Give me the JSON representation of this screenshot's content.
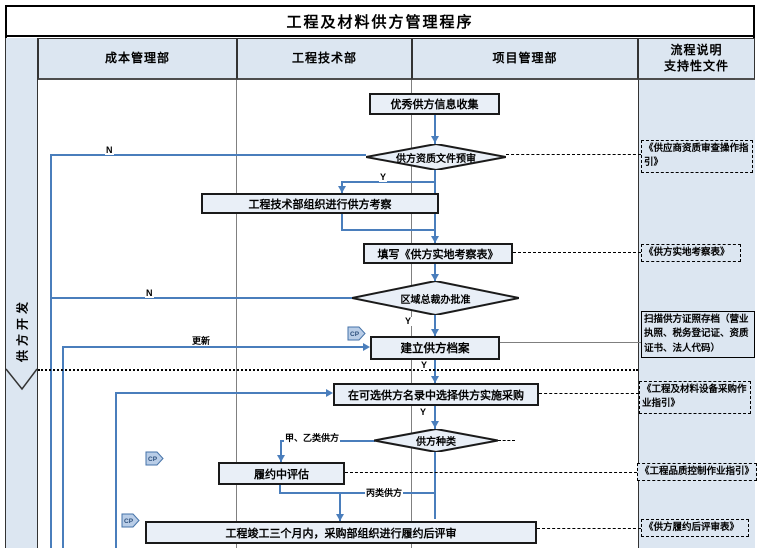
{
  "title": "工程及材料供方管理程序",
  "band": {
    "label": "供方开发"
  },
  "headers": {
    "h1": "成本管理部",
    "h2": "工程技术部",
    "h3": "项目管理部",
    "h4a": "流程说明",
    "h4b": "支持性文件"
  },
  "nodes": {
    "box1": "优秀供方信息收集",
    "d1": "供方资质文件预审",
    "box2": "工程技术部组织进行供方考察",
    "box3": "填写《供方实地考察表》",
    "d2": "区域总裁办批准",
    "box4": "建立供方档案",
    "box5": "在可选供方名录中选择供方实施采购",
    "d3": "供方种类",
    "box6": "履约中评估",
    "box7": "工程竣工三个月内，采购部组织进行履约后评审"
  },
  "edge_labels": {
    "y": "Y",
    "n": "N",
    "update": "更新",
    "class_ab": "甲、乙类供方",
    "class_c": "丙类供方",
    "cp": "CP"
  },
  "annotations": {
    "a1": "《供应商资质审查操作指引》",
    "a2": "《供方实地考察表》",
    "a3": "扫描供方证照存档（营业执照、税务登记证、资质证书、法人代码）",
    "a4": "《工程及材料设备采购作业指引》",
    "a5": "《工程品质控制作业指引》",
    "a6": "《供方履约后评审表》"
  },
  "colors": {
    "flow_line_blue": "#4a7ebc",
    "cell_fill_light_blue": "#dce6f1",
    "shape_fill": "#e9eff7",
    "border_black": "#1a1a1a",
    "lane_divider_gray": "#808080"
  }
}
